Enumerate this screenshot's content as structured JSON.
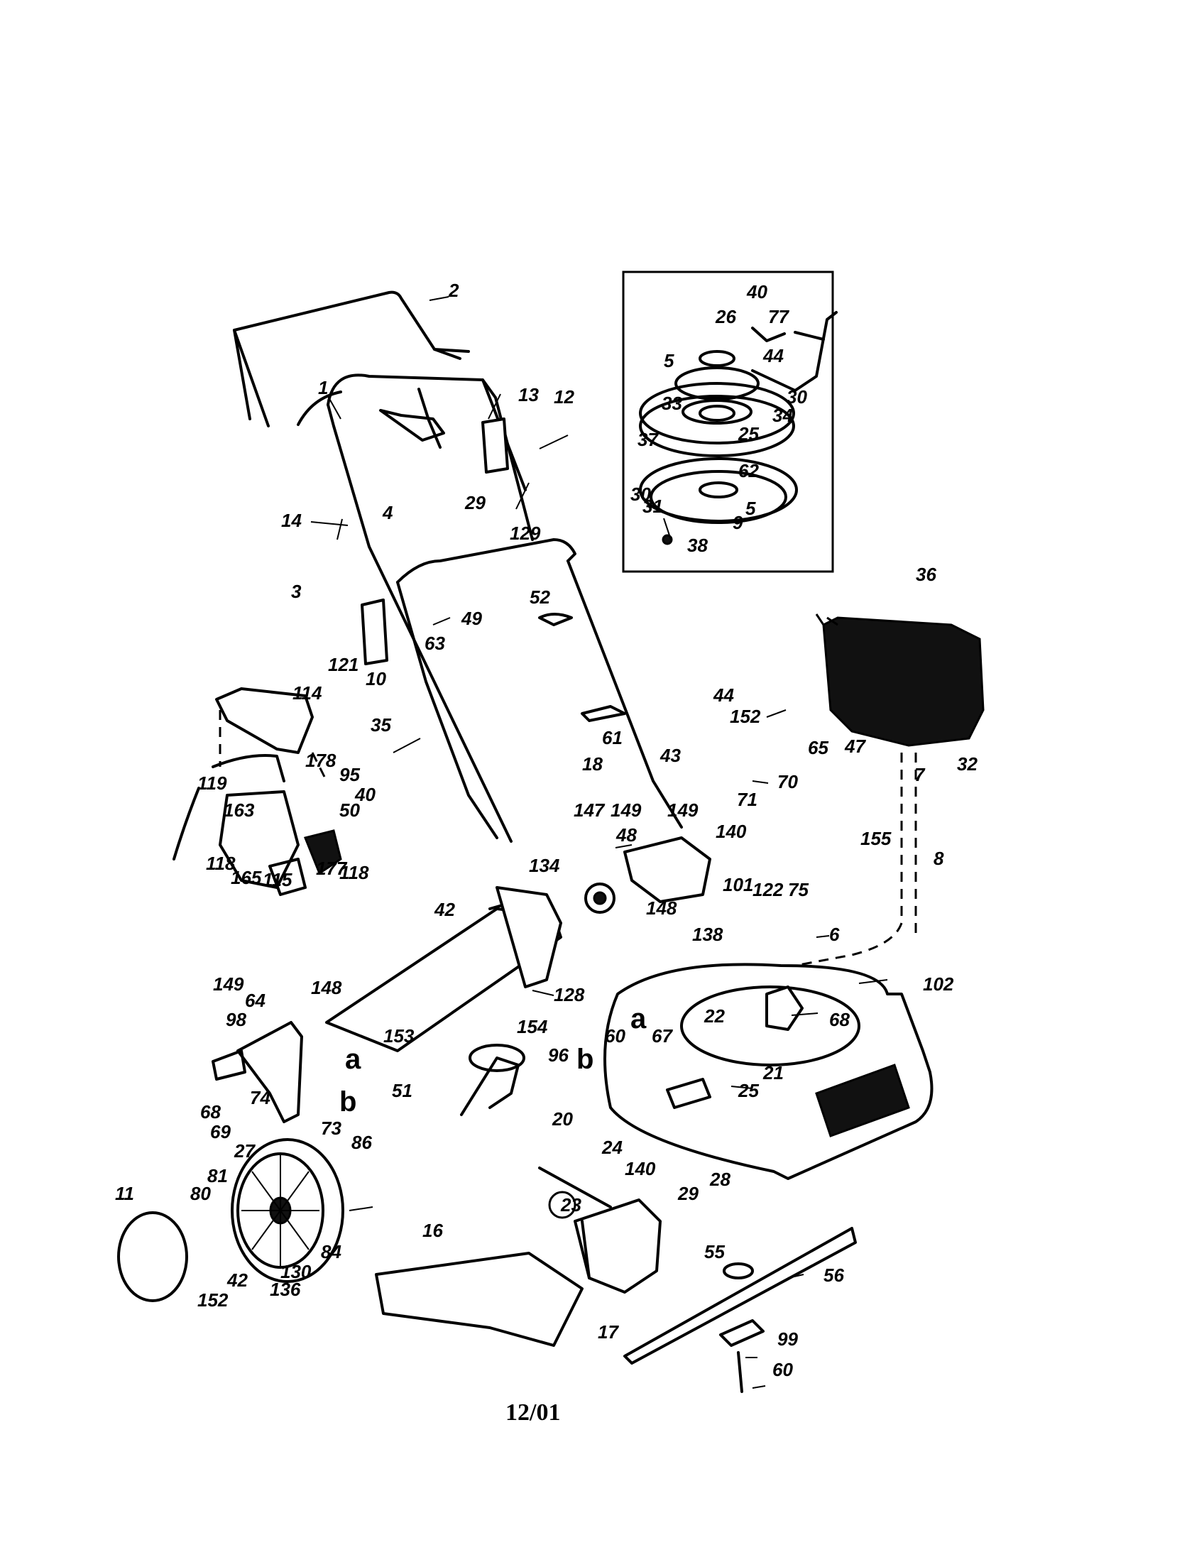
{
  "footer": {
    "date_code": "12/01"
  },
  "parts": {
    "p1": "1",
    "p2": "2",
    "p3": "3",
    "p4": "4",
    "p5a": "5",
    "p5b": "5",
    "p6": "6",
    "p7": "7",
    "p8": "8",
    "p9": "9",
    "p10": "10",
    "p11": "11",
    "p12": "12",
    "p13": "13",
    "p14": "14",
    "p16": "16",
    "p17": "17",
    "p18": "18",
    "p20": "20",
    "p21": "21",
    "p22": "22",
    "p23": "23",
    "p24": "24",
    "p25a": "25",
    "p25b": "25",
    "p26": "26",
    "p27": "27",
    "p28": "28",
    "p29a": "29",
    "p29b": "29",
    "p30a": "30",
    "p30b": "30",
    "p31": "31",
    "p32": "32",
    "p33": "33",
    "p34": "34",
    "p35": "35",
    "p36": "36",
    "p37": "37",
    "p38": "38",
    "p40a": "40",
    "p40b": "40",
    "p42a": "42",
    "p42b": "42",
    "p43": "43",
    "p44a": "44",
    "p44b": "44",
    "p47": "47",
    "p48": "48",
    "p49": "49",
    "p50": "50",
    "p51": "51",
    "p52": "52",
    "p55": "55",
    "p56": "56",
    "p60a": "60",
    "p60b": "60",
    "p61": "61",
    "p62": "62",
    "p63": "63",
    "p64": "64",
    "p65": "65",
    "p67": "67",
    "p68a": "68",
    "p68b": "68",
    "p69": "69",
    "p70": "70",
    "p71": "71",
    "p73": "73",
    "p74": "74",
    "p75": "75",
    "p77": "77",
    "p80": "80",
    "p81": "81",
    "p84": "84",
    "p86": "86",
    "p95": "95",
    "p96": "96",
    "p98": "98",
    "p99": "99",
    "p101": "101",
    "p102": "102",
    "p114": "114",
    "p115": "115",
    "p118a": "118",
    "p118b": "118",
    "p119": "119",
    "p121": "121",
    "p122": "122",
    "p128": "128",
    "p129": "129",
    "p130": "130",
    "p134": "134",
    "p136": "136",
    "p138": "138",
    "p140a": "140",
    "p140b": "140",
    "p147": "147",
    "p148a": "148",
    "p148b": "148",
    "p149a": "149",
    "p149b": "149",
    "p149c": "149",
    "p152a": "152",
    "p152b": "152",
    "p153": "153",
    "p154": "154",
    "p155": "155",
    "p163": "163",
    "p165": "165",
    "p177": "177",
    "p178": "178",
    "ref_a1": "a",
    "ref_a2": "a",
    "ref_b1": "b",
    "ref_b2": "b"
  }
}
